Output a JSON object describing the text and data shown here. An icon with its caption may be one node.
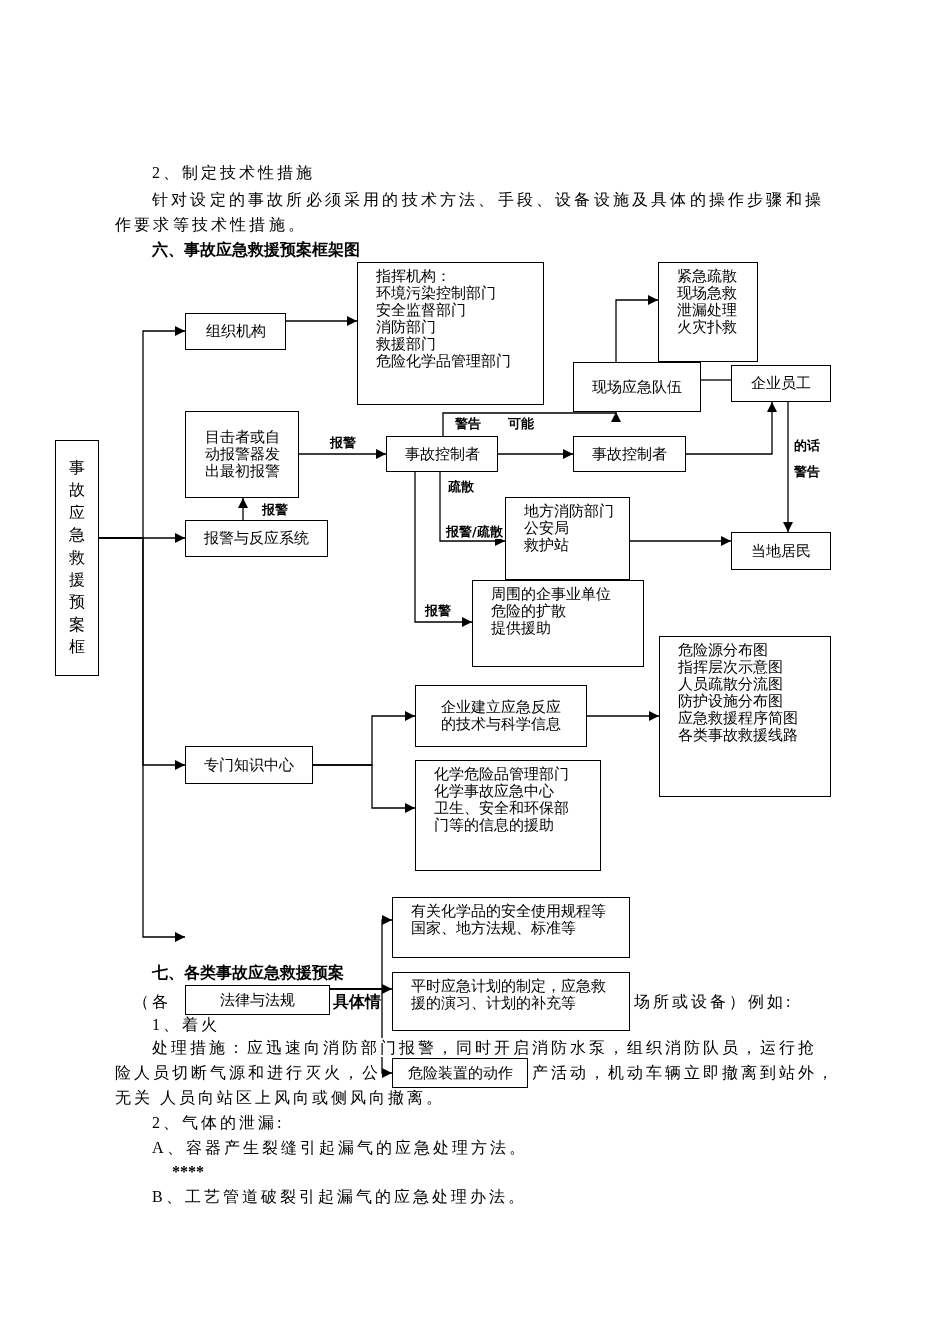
{
  "diagram": {
    "title": "六、事故应急救援预案框架图",
    "nodes": [
      {
        "text": [
          "事故应急救援预案框"
        ]
      },
      {
        "text": [
          "组织机构"
        ]
      },
      {
        "text": [
          "指挥机构：",
          "环境污染控制部门",
          "安全监督部门",
          "消防部门",
          "救援部门",
          "危险化学品管理部门"
        ]
      },
      {
        "text": [
          "目击者或自动报警器发出最初报警"
        ]
      },
      {
        "text": [
          "报警与反应系统"
        ]
      },
      {
        "text": [
          "事故控制者"
        ]
      },
      {
        "text": [
          "事故控制者"
        ]
      },
      {
        "text": [
          "现场应急队伍"
        ]
      },
      {
        "text": [
          "紧急疏散",
          "现场急救",
          "泄漏处理",
          "火灾扑救"
        ]
      },
      {
        "text": [
          "企业员工"
        ]
      },
      {
        "text": [
          "地方消防部门",
          "公安局",
          "救护站"
        ]
      },
      {
        "text": [
          "当地居民"
        ]
      },
      {
        "text": [
          "周围的企事业单位",
          "危险的扩散",
          "提供援助"
        ]
      },
      {
        "text": [
          "专门知识中心"
        ]
      },
      {
        "text": [
          "企业建立应急反应的技术与科学信息"
        ]
      },
      {
        "text": [
          "化学危险品管理部门",
          "化学事故应急中心",
          "卫生、安全和环保部门等的信息的援助"
        ]
      },
      {
        "text": [
          "危险源分布图",
          "指挥层次示意图",
          "人员疏散分流图",
          "防护设施分布图",
          "应急救援程序简图",
          "各类事故救援线路"
        ]
      },
      {
        "text": [
          "法律与法规"
        ]
      },
      {
        "text": [
          "有关化学品的安全使用规程等",
          "国家、地方法规、标准等"
        ]
      },
      {
        "text": [
          "平时应急计划的制定，应急救援的演习、计划的补充等"
        ]
      },
      {
        "text": [
          "危险装置的动作"
        ]
      }
    ],
    "edges": [
      {
        "from": 0,
        "to": 1,
        "arrow": "to"
      },
      {
        "from": 0,
        "to": 4,
        "arrow": "to"
      },
      {
        "from": 0,
        "to": 13,
        "arrow": "to"
      },
      {
        "from": 0,
        "to": null,
        "arrow": "to"
      },
      {
        "from": 1,
        "to": 2,
        "arrow": "to"
      },
      {
        "from": 4,
        "to": 3,
        "arrow": "to",
        "label": "报警"
      },
      {
        "from": 3,
        "to": 5,
        "arrow": "to",
        "label": "报警"
      },
      {
        "from": 5,
        "to": 6,
        "arrow": "to"
      },
      {
        "from": 5,
        "to": 7,
        "arrow": "to"
      },
      {
        "from": 7,
        "to": 8,
        "arrow": "to"
      },
      {
        "from": 7,
        "to": 9,
        "arrow": "none"
      },
      {
        "from": 6,
        "to": 9,
        "arrow": "to"
      },
      {
        "from": 9,
        "to": 11,
        "arrow": "to"
      },
      {
        "from": 5,
        "to": 10,
        "arrow": "to",
        "label": "报警/疏散"
      },
      {
        "from": 5,
        "to": 12,
        "arrow": "to",
        "label": "报警"
      },
      {
        "from": 10,
        "to": 11,
        "arrow": "to"
      },
      {
        "from": 13,
        "to": 14,
        "arrow": "to"
      },
      {
        "from": 13,
        "to": 15,
        "arrow": "to"
      },
      {
        "from": 14,
        "to": 16,
        "arrow": "to"
      },
      {
        "from": 17,
        "to": 18,
        "arrow": "to"
      },
      {
        "from": 17,
        "to": 19,
        "arrow": "to"
      },
      {
        "from": 17,
        "to": 20,
        "arrow": "to"
      }
    ],
    "labels": [
      "2、制定技术性措施",
      "针对设定的事故所必须采用的技术方法、手段、设备设施及具体的操作步骤和操作要求等技术性措施。",
      "警告",
      "可能",
      "的话",
      "警告",
      "疏散",
      "七、各类事故应急救援预案",
      "（各",
      "具体情",
      "场所或设备）例如:",
      "1、着火",
      "处理措施：应迅速向消防部门报警，同时开启消防水泵，组织消防队员，运行抢",
      "险人员切断气源和进行灭火，公",
      "产活动，机动车辆立即撤离到站外，",
      "无关 人员向站区上风向或侧风向撤离。",
      "2、气体的泄漏:",
      "A、容器产生裂缝引起漏气的应急处理方法。",
      "****",
      "B、工艺管道破裂引起漏气的应急处理办法。"
    ]
  }
}
